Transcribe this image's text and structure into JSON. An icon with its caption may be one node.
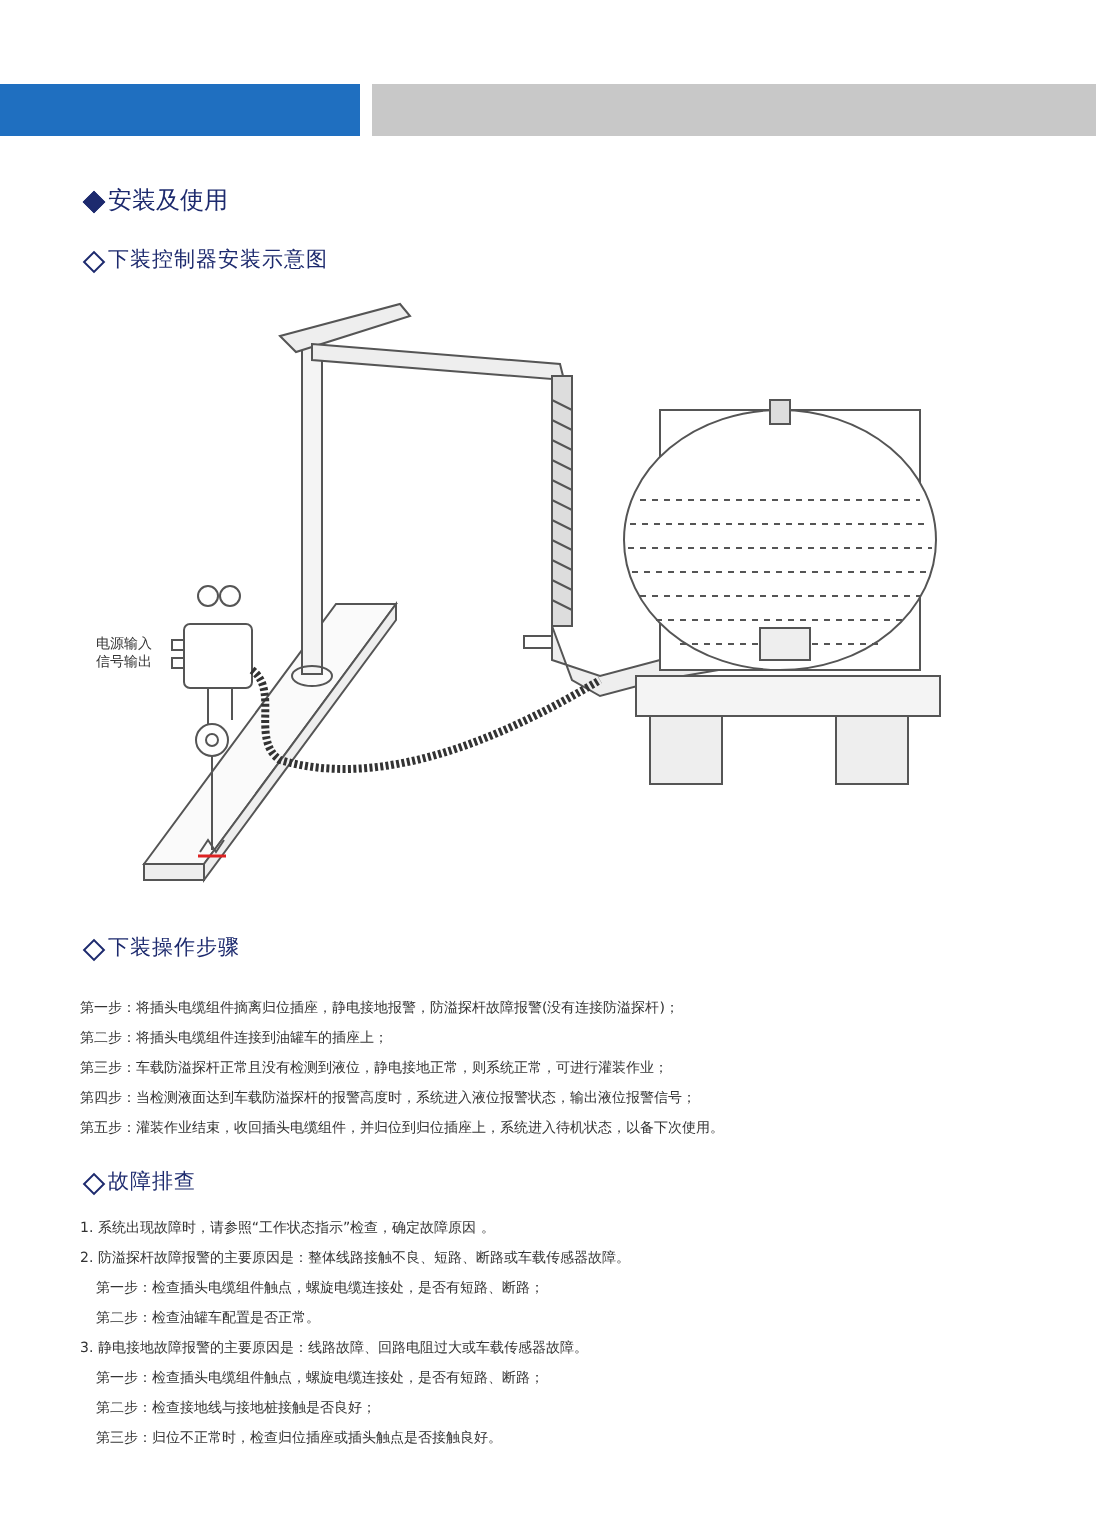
{
  "diagram": {
    "title": "安装及使用",
    "labels": [
      "下装控制器安装示意图",
      "电源输入",
      "信号输出",
      "下装操作步骤",
      "第一步：将插头电缆组件摘离归位插座，静电接地报警，防溢探杆故障报警(没有连接防溢探杆)；",
      "第二步：将插头电缆组件连接到油罐车的插座上；",
      "第三步：车载防溢探杆正常且没有检测到液位，静电接地正常，则系统正常，可进行灌装作业；",
      "第四步：当检测液面达到车载防溢探杆的报警高度时，系统进入液位报警状态，输出液位报警信号；",
      "第五步：灌装作业结束，收回插头电缆组件，并归位到归位插座上，系统进入待机状态，以备下次使用。",
      "故障排查",
      "1. 系统出现故障时，请参照“工作状态指示”检查，确定故障原因 。",
      "2. 防溢探杆故障报警的主要原因是：整体线路接触不良、短路、断路或车载传感器故障。",
      "第一步：检查插头电缆组件触点，螺旋电缆连接处，是否有短路、断路；",
      "第二步：检查油罐车配置是否正常。",
      "3. 静电接地故障报警的主要原因是：线路故障、回路电阻过大或车载传感器故障。",
      "第一步：检查插头电缆组件触点，螺旋电缆连接处，是否有短路、断路；",
      "第二步：检查接地线与接地桩接触是否良好；",
      "第三步：归位不正常时，检查归位插座或插头触点是否接触良好。"
    ]
  }
}
